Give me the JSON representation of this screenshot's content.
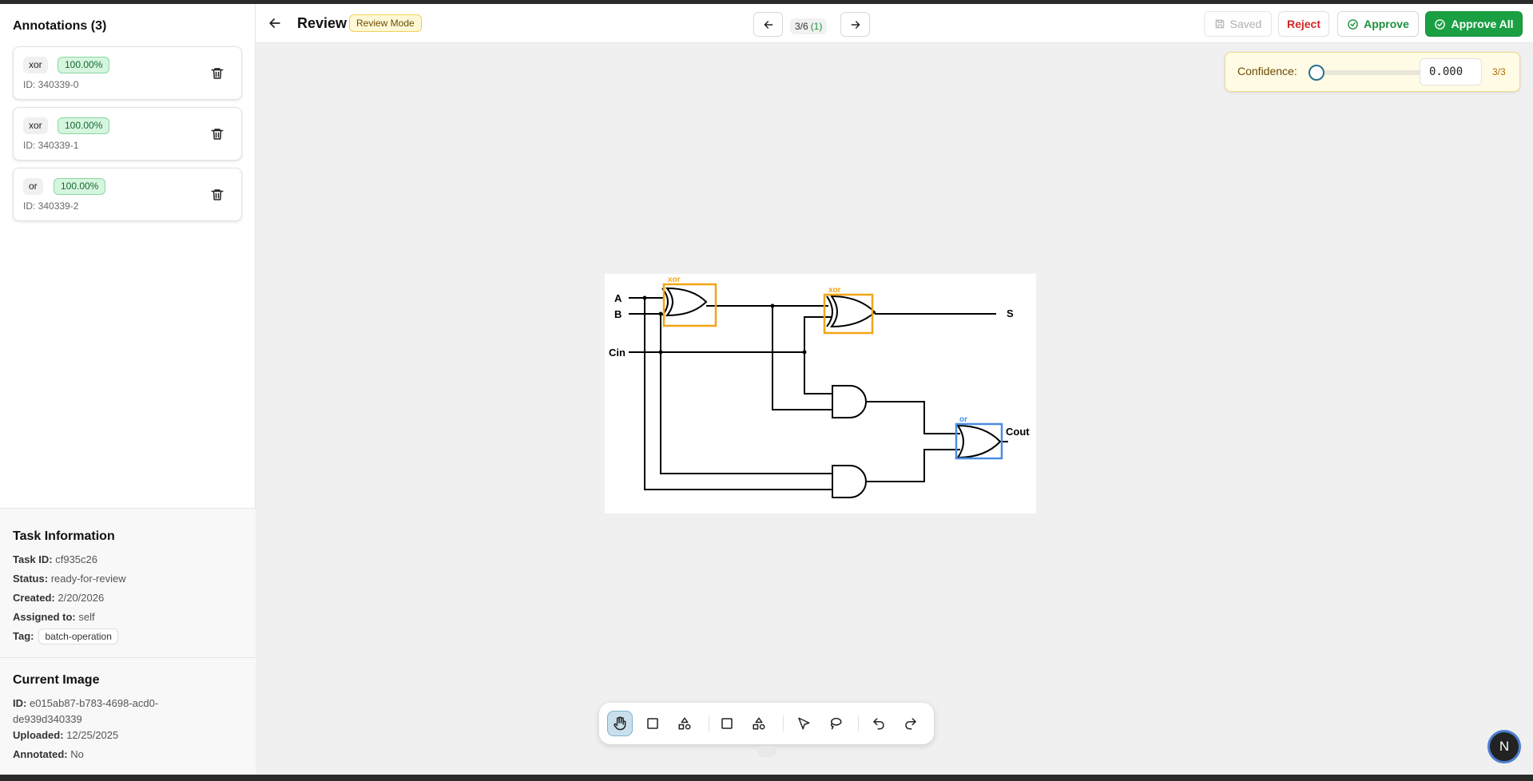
{
  "sidebar": {
    "title": "Annotations (3)",
    "annotations": [
      {
        "label": "xor",
        "confidence": "100.00%",
        "id": "ID: 340339-0"
      },
      {
        "label": "xor",
        "confidence": "100.00%",
        "id": "ID: 340339-1"
      },
      {
        "label": "or",
        "confidence": "100.00%",
        "id": "ID: 340339-2"
      }
    ],
    "task_info": {
      "title": "Task Information",
      "task_id_label": "Task ID:",
      "task_id": "cf935c26",
      "status_label": "Status:",
      "status": "ready-for-review",
      "created_label": "Created:",
      "created": "2/20/2026",
      "assigned_label": "Assigned to:",
      "assigned": "self",
      "tag_label": "Tag:",
      "tag": "batch-operation"
    },
    "current_image": {
      "title": "Current Image",
      "id_label": "ID:",
      "id_line1": "e015ab87-b783-4698-acd0-",
      "id_line2": "de939d340339",
      "uploaded_label": "Uploaded:",
      "uploaded": "12/25/2025",
      "annotated_label": "Annotated:",
      "annotated": "No"
    }
  },
  "header": {
    "title": "Review",
    "mode_badge": "Review Mode",
    "counter": "3/6",
    "pending": "(1)",
    "saved_label": "Saved",
    "reject_label": "Reject",
    "approve_label": "Approve",
    "approve_all_label": "Approve All"
  },
  "confidence_panel": {
    "label": "Confidence:",
    "value": "0.000",
    "slider_level": 0,
    "count": "3/3"
  },
  "circuit": {
    "inputs": [
      "A",
      "B",
      "Cin"
    ],
    "outputs": [
      "S",
      "Cout"
    ],
    "boxes": [
      {
        "label": "xor",
        "color": "#f2a516"
      },
      {
        "label": "xor",
        "color": "#f2a516"
      },
      {
        "label": "or",
        "color": "#4a8ee0"
      }
    ]
  },
  "toolbar": {
    "tools": [
      "hand-icon",
      "rectangle-icon",
      "shapes-icon",
      "square-icon",
      "shapes-alt-icon",
      "pointer-icon",
      "lasso-icon",
      "undo-icon",
      "redo-icon"
    ]
  },
  "user": {
    "initial": "N"
  }
}
